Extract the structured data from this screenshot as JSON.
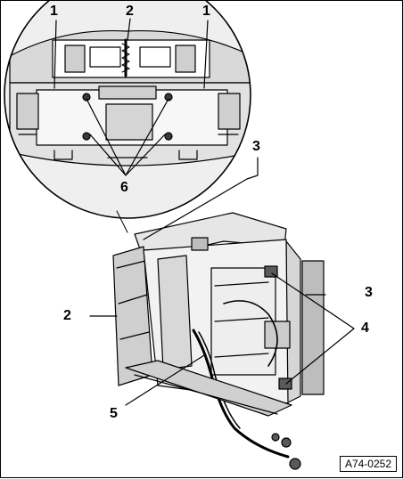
{
  "figure": {
    "id_label": "A74-0252",
    "colors": {
      "ink": "#000000",
      "paper": "#ffffff",
      "shade": "#bdbdbd",
      "dark": "#3a3a3a"
    }
  },
  "callouts": {
    "c1_left": "1",
    "c2_top": "2",
    "c1_right": "1",
    "c6": "6",
    "c3_upper": "3",
    "c3_right": "3",
    "c2_left": "2",
    "c4": "4",
    "c5": "5"
  }
}
